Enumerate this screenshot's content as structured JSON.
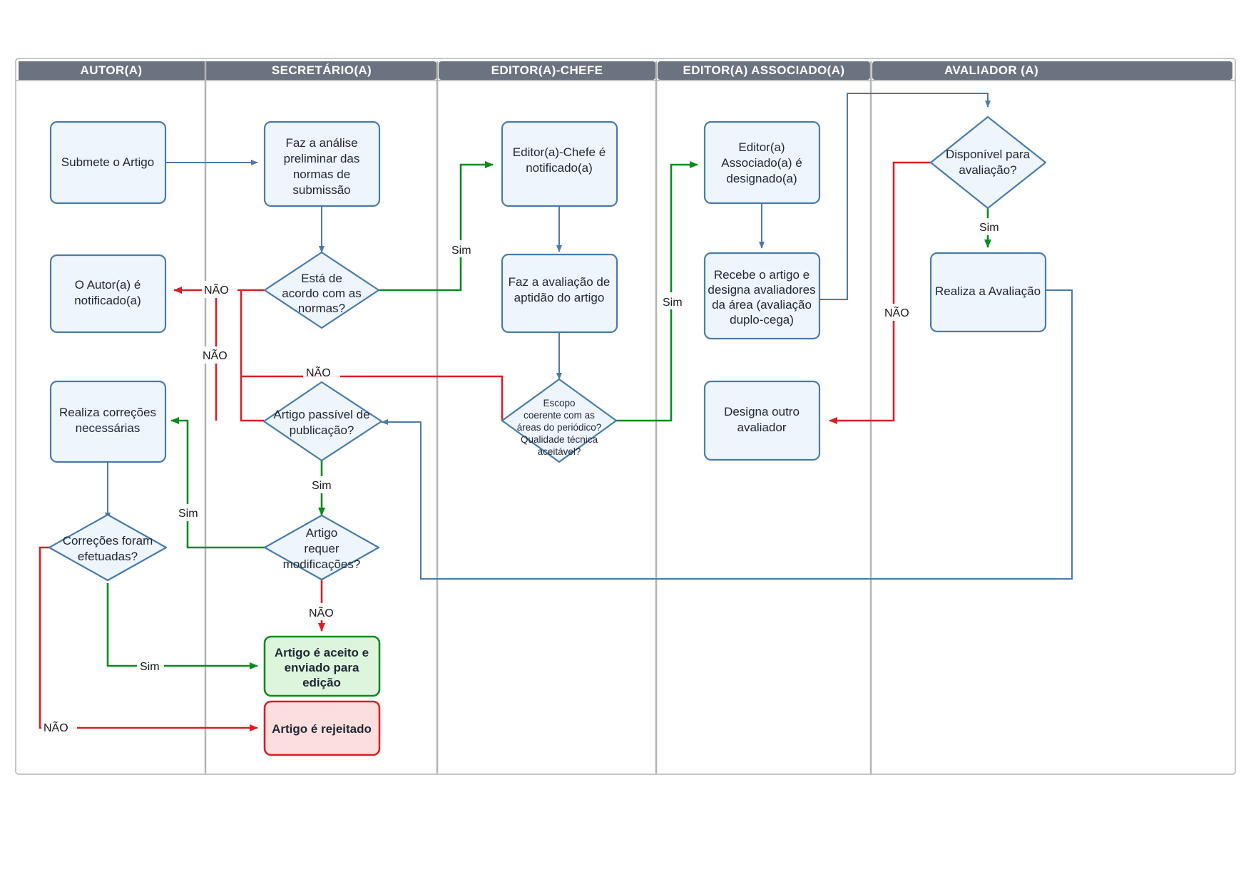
{
  "diagram": {
    "title": "Fluxo de avaliacao de artigo",
    "colors": {
      "lane_header_bg": "#6c7380",
      "lane_header_text": "#ffffff",
      "node_fill": "#eef5fb",
      "node_stroke": "#4a7ba7",
      "flow_blue": "#4a7ba7",
      "flow_green": "#0a8a1e",
      "flow_red": "#d81f26",
      "accept_fill": "#ddf5dd",
      "accept_stroke": "#0a8a1e",
      "reject_fill": "#fcdede",
      "reject_stroke": "#d81f26",
      "lane_border": "#b3b3b3"
    },
    "lanes": [
      {
        "id": "autor",
        "label": "AUTOR(A)"
      },
      {
        "id": "secretario",
        "label": "SECRETÁRIO(A)"
      },
      {
        "id": "editor_chefe",
        "label": "EDITOR(A)-CHEFE"
      },
      {
        "id": "editor_assoc",
        "label": "EDITOR(A) ASSOCIADO(A)"
      },
      {
        "id": "avaliador",
        "label": "AVALIADOR (A)"
      }
    ],
    "nodes": {
      "submete": "Submete o Artigo",
      "autor_notificado": "O Autor(a) é notificado(a)",
      "realiza_correcoes": "Realiza correções necessárias",
      "correcoes_efetuadas": "Correções foram efetuadas?",
      "analise_preliminar": "Faz a análise preliminar das normas de submissão",
      "de_acordo_normas": "Está de acordo com as normas?",
      "passivel_publicacao": "Artigo passível de publicação?",
      "requer_modificacoes": "Artigo requer modificações?",
      "aceito": "Artigo é aceito e enviado para edição",
      "rejeitado": "Artigo é rejeitado",
      "chefe_notificado": "Editor(a)-Chefe é notificado(a)",
      "avaliacao_aptidao": "Faz a avaliação de aptidão do artigo",
      "escopo": "Escopo coerente com as áreas do periódico? Qualidade técnica aceitável?",
      "assoc_designado": "Editor(a) Associado(a) é designado(a)",
      "recebe_designa": "Recebe o artigo e designa avaliadores da área (avaliação duplo-cega)",
      "designa_outro": "Designa outro avaliador",
      "disponivel": "Disponível para avaliação?",
      "realiza_avaliacao": "Realiza a Avaliação"
    },
    "node_lines": {
      "submete": [
        "Submete o Artigo"
      ],
      "autor_notificado": [
        "O Autor(a) é",
        "notificado(a)"
      ],
      "realiza_correcoes": [
        "Realiza correções",
        "necessárias"
      ],
      "correcoes_efetuadas": [
        "Correções foram",
        "efetuadas?"
      ],
      "analise_preliminar": [
        "Faz a análise",
        "preliminar das",
        "normas de",
        "submissão"
      ],
      "de_acordo_normas": [
        "Está de",
        "acordo com as",
        "normas?"
      ],
      "passivel_publicacao": [
        "Artigo passível de",
        "publicação?"
      ],
      "requer_modificacoes": [
        "Artigo",
        "requer",
        "modificações?"
      ],
      "aceito": [
        "Artigo é aceito e",
        "enviado para",
        "edição"
      ],
      "rejeitado": [
        "Artigo é rejeitado"
      ],
      "chefe_notificado": [
        "Editor(a)-Chefe é",
        "notificado(a)"
      ],
      "avaliacao_aptidao": [
        "Faz a avaliação de",
        "aptidão do artigo"
      ],
      "escopo": [
        "Escopo",
        "coerente com as",
        "áreas do periódico?",
        "Qualidade técnica",
        "aceitável?"
      ],
      "assoc_designado": [
        "Editor(a)",
        "Associado(a) é",
        "designado(a)"
      ],
      "recebe_designa": [
        "Recebe o artigo e",
        "designa avaliadores",
        "da área (avaliação",
        "duplo-cega)"
      ],
      "designa_outro": [
        "Designa outro",
        "avaliador"
      ],
      "disponivel": [
        "Disponível para",
        "avaliação?"
      ],
      "realiza_avaliacao": [
        "Realiza a Avaliação"
      ]
    },
    "edge_labels": {
      "nao_1": "NÃO",
      "nao_2": "NÃO",
      "nao_3": "NÃO",
      "nao_4": "NÃO",
      "nao_5": "NÃO",
      "nao_6": "NÃO",
      "sim_1": "Sim",
      "sim_2": "Sim",
      "sim_3": "Sim",
      "sim_4": "Sim",
      "sim_5": "Sim",
      "sim_6": "Sim",
      "sim_7": "Sim"
    },
    "chart_data": {
      "type": "diagram",
      "subtype": "swimlane-flowchart",
      "lanes": [
        "AUTOR(A)",
        "SECRETÁRIO(A)",
        "EDITOR(A)-CHEFE",
        "EDITOR(A) ASSOCIADO(A)",
        "AVALIADOR (A)"
      ],
      "steps": [
        {
          "lane": "AUTOR(A)",
          "shape": "process",
          "text": "Submete o Artigo"
        },
        {
          "lane": "SECRETÁRIO(A)",
          "shape": "process",
          "text": "Faz a análise preliminar das normas de submissão"
        },
        {
          "lane": "SECRETÁRIO(A)",
          "shape": "decision",
          "text": "Está de acordo com as normas?"
        },
        {
          "lane": "AUTOR(A)",
          "shape": "process",
          "text": "O Autor(a) é notificado(a)"
        },
        {
          "lane": "AUTOR(A)",
          "shape": "process",
          "text": "Realiza correções necessárias"
        },
        {
          "lane": "AUTOR(A)",
          "shape": "decision",
          "text": "Correções foram efetuadas?"
        },
        {
          "lane": "EDITOR(A)-CHEFE",
          "shape": "process",
          "text": "Editor(a)-Chefe é notificado(a)"
        },
        {
          "lane": "EDITOR(A)-CHEFE",
          "shape": "process",
          "text": "Faz a avaliação de aptidão do artigo"
        },
        {
          "lane": "EDITOR(A)-CHEFE",
          "shape": "decision",
          "text": "Escopo coerente com as áreas do periódico? Qualidade técnica aceitável?"
        },
        {
          "lane": "EDITOR(A) ASSOCIADO(A)",
          "shape": "process",
          "text": "Editor(a) Associado(a) é designado(a)"
        },
        {
          "lane": "EDITOR(A) ASSOCIADO(A)",
          "shape": "process",
          "text": "Recebe o artigo e designa avaliadores da área (avaliação duplo-cega)"
        },
        {
          "lane": "EDITOR(A) ASSOCIADO(A)",
          "shape": "process",
          "text": "Designa outro avaliador"
        },
        {
          "lane": "AVALIADOR (A)",
          "shape": "decision",
          "text": "Disponível para avaliação?"
        },
        {
          "lane": "AVALIADOR (A)",
          "shape": "process",
          "text": "Realiza a Avaliação"
        },
        {
          "lane": "SECRETÁRIO(A)",
          "shape": "decision",
          "text": "Artigo passível de publicação?"
        },
        {
          "lane": "SECRETÁRIO(A)",
          "shape": "decision",
          "text": "Artigo requer modificações?"
        },
        {
          "lane": "SECRETÁRIO(A)",
          "shape": "terminator-accept",
          "text": "Artigo é aceito e enviado para edição"
        },
        {
          "lane": "SECRETÁRIO(A)",
          "shape": "terminator-reject",
          "text": "Artigo é rejeitado"
        }
      ],
      "connections": [
        {
          "from": "Submete o Artigo",
          "to": "Faz a análise preliminar das normas de submissão",
          "label": "",
          "color": "blue"
        },
        {
          "from": "Faz a análise preliminar das normas de submissão",
          "to": "Está de acordo com as normas?",
          "label": "",
          "color": "blue"
        },
        {
          "from": "Está de acordo com as normas?",
          "to": "O Autor(a) é notificado(a)",
          "label": "NÃO",
          "color": "red"
        },
        {
          "from": "Está de acordo com as normas?",
          "to": "Editor(a)-Chefe é notificado(a)",
          "label": "Sim",
          "color": "green"
        },
        {
          "from": "O Autor(a) é notificado(a)",
          "to": "Realiza correções necessárias",
          "label": "NÃO",
          "color": "red"
        },
        {
          "from": "Realiza correções necessárias",
          "to": "Correções foram efetuadas?",
          "label": "",
          "color": "blue"
        },
        {
          "from": "Correções foram efetuadas?",
          "to": "Artigo é aceito e enviado para edição",
          "label": "Sim",
          "color": "green"
        },
        {
          "from": "Correções foram efetuadas?",
          "to": "Artigo é rejeitado",
          "label": "NÃO",
          "color": "red"
        },
        {
          "from": "Editor(a)-Chefe é notificado(a)",
          "to": "Faz a avaliação de aptidão do artigo",
          "label": "",
          "color": "blue"
        },
        {
          "from": "Faz a avaliação de aptidão do artigo",
          "to": "Escopo coerente com as áreas do periódico? Qualidade técnica aceitável?",
          "label": "",
          "color": "blue"
        },
        {
          "from": "Escopo coerente com as áreas do periódico? Qualidade técnica aceitável?",
          "to": "Artigo passível de publicação?",
          "label": "NÃO",
          "color": "red"
        },
        {
          "from": "Escopo coerente com as áreas do periódico? Qualidade técnica aceitável?",
          "to": "Editor(a) Associado(a) é designado(a)",
          "label": "Sim",
          "color": "green"
        },
        {
          "from": "Editor(a) Associado(a) é designado(a)",
          "to": "Recebe o artigo e designa avaliadores da área (avaliação duplo-cega)",
          "label": "",
          "color": "blue"
        },
        {
          "from": "Recebe o artigo e designa avaliadores da área (avaliação duplo-cega)",
          "to": "Disponível para avaliação?",
          "label": "",
          "color": "blue"
        },
        {
          "from": "Disponível para avaliação?",
          "to": "Realiza a Avaliação",
          "label": "Sim",
          "color": "green"
        },
        {
          "from": "Disponível para avaliação?",
          "to": "Designa outro avaliador",
          "label": "NÃO",
          "color": "red"
        },
        {
          "from": "Realiza a Avaliação",
          "to": "Artigo passível de publicação?",
          "label": "",
          "color": "blue"
        },
        {
          "from": "Artigo passível de publicação?",
          "to": "Artigo requer modificações?",
          "label": "Sim",
          "color": "green"
        },
        {
          "from": "Artigo requer modificações?",
          "to": "Realiza correções necessárias",
          "label": "Sim",
          "color": "green"
        },
        {
          "from": "Artigo requer modificações?",
          "to": "Artigo é aceito e enviado para edição",
          "label": "NÃO",
          "color": "red"
        }
      ]
    }
  }
}
